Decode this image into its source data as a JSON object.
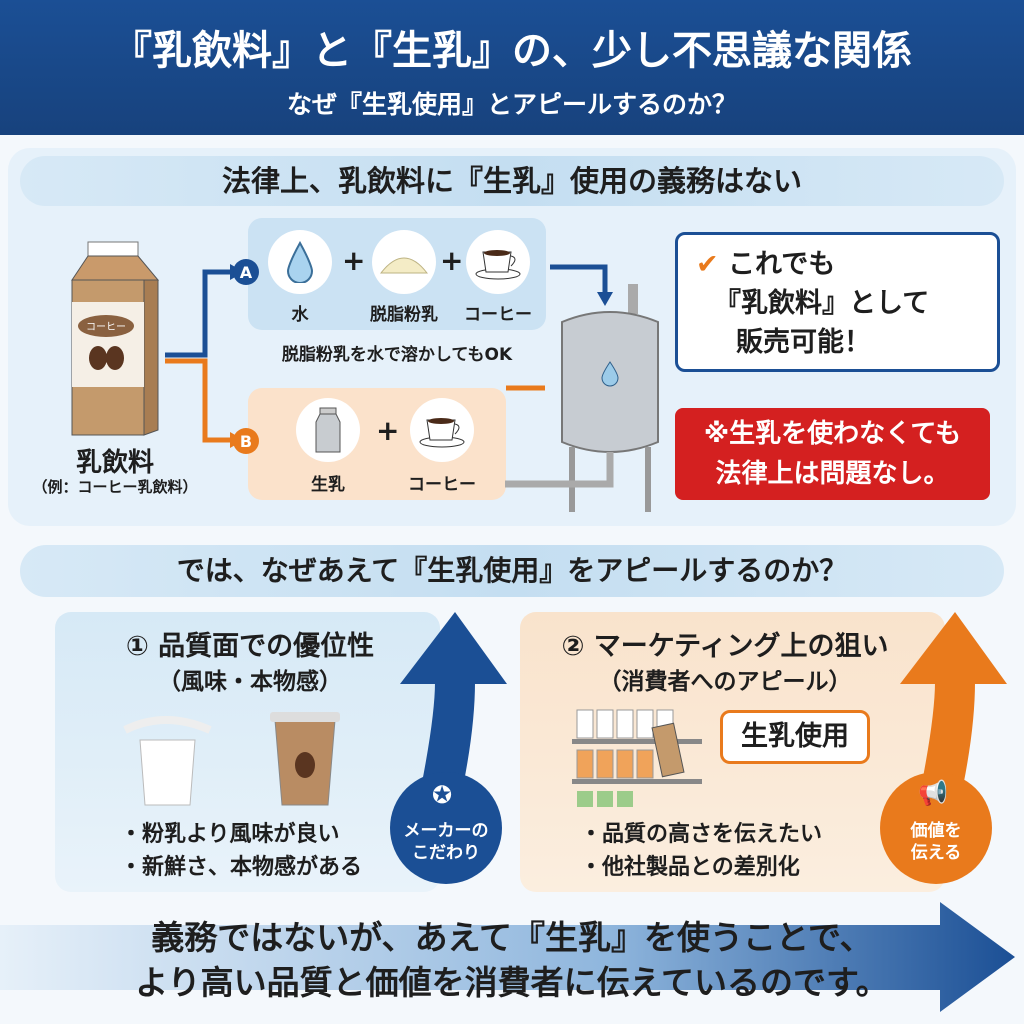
{
  "header": {
    "title": "『乳飲料』と『生乳』の、少し不思議な関係",
    "subtitle": "なぜ『生乳使用』とアピールするのか？"
  },
  "section1": {
    "heading": "法律上、乳飲料に『生乳』使用の義務はない",
    "product": {
      "label": "乳飲料",
      "example": "（例：コーヒー乳飲料）",
      "carton_label": "コーヒー"
    },
    "route_a": {
      "badge": "A",
      "items": [
        "水",
        "脱脂粉乳",
        "コーヒー"
      ],
      "plus": "+",
      "note": "脱脂粉乳を水で溶かしてもOK"
    },
    "route_b": {
      "badge": "B",
      "items": [
        "生乳",
        "コーヒー"
      ],
      "plus": "+"
    },
    "callout": {
      "check": "✔",
      "lines": [
        "これでも",
        "『乳飲料』として",
        "販売可能！"
      ]
    },
    "warning": {
      "lines": [
        "※生乳を使わなくても",
        "法律上は問題なし。"
      ]
    }
  },
  "section2": {
    "heading": "では、なぜあえて『生乳使用』をアピールするのか？",
    "card1": {
      "title": "① 品質面での優位性",
      "subtitle": "（風味・本物感）",
      "bullets": [
        "・粉乳より風味が良い",
        "・新鮮さ、本物感がある"
      ],
      "badge_lines": [
        "メーカーの",
        "こだわり"
      ]
    },
    "card2": {
      "title": "② マーケティング上の狙い",
      "subtitle": "（消費者へのアピール）",
      "bubble": "生乳使用",
      "bullets": [
        "・品質の高さを伝えたい",
        "・他社製品との差別化"
      ],
      "badge_lines": [
        "価値を",
        "伝える"
      ]
    }
  },
  "footer": {
    "lines": [
      "義務ではないが、あえて『生乳』を使うことで、",
      "より高い品質と価値を消費者に伝えているのです。"
    ]
  },
  "colors": {
    "blue": "#1b4f95",
    "orange": "#e97a1c",
    "red": "#d42020"
  }
}
